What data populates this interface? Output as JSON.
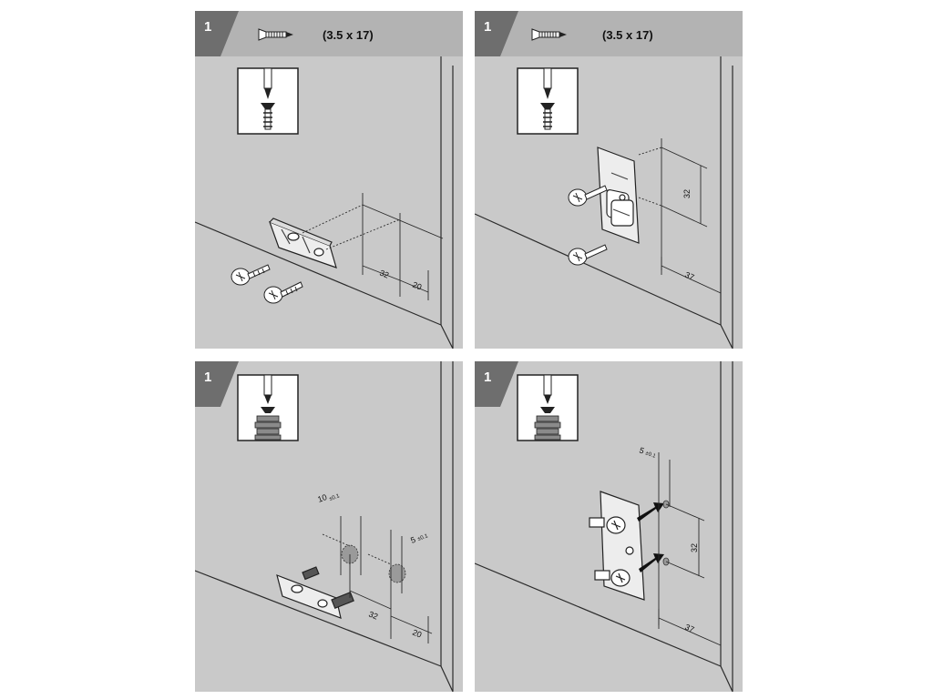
{
  "panels": [
    {
      "step": "1",
      "screw_spec": "(3.5 x 17)",
      "icon": "screwdriver-screw-icon",
      "dims": [
        "32",
        "20"
      ]
    },
    {
      "step": "1",
      "screw_spec": "(3.5 x 17)",
      "icon": "screwdriver-screw-icon",
      "dims": [
        "32",
        "37"
      ]
    },
    {
      "step": "1",
      "screw_spec": "",
      "icon": "screwdriver-dowel-icon",
      "dims": [
        "10",
        "±0.1",
        "5",
        "±0.1",
        "32",
        "20"
      ]
    },
    {
      "step": "1",
      "screw_spec": "",
      "icon": "screwdriver-dowel-icon",
      "dims": [
        "5",
        "±0.1",
        "32",
        "37"
      ]
    }
  ],
  "colors": {
    "panel_bg": "#c9c9c9",
    "header_bg": "#b3b3b3",
    "step_badge": "#6e6e6e",
    "line": "#2b2b2b",
    "icon_box": "#ffffff",
    "hardware_fill": "#ededed",
    "dowel_fill": "#8a8a8a"
  }
}
